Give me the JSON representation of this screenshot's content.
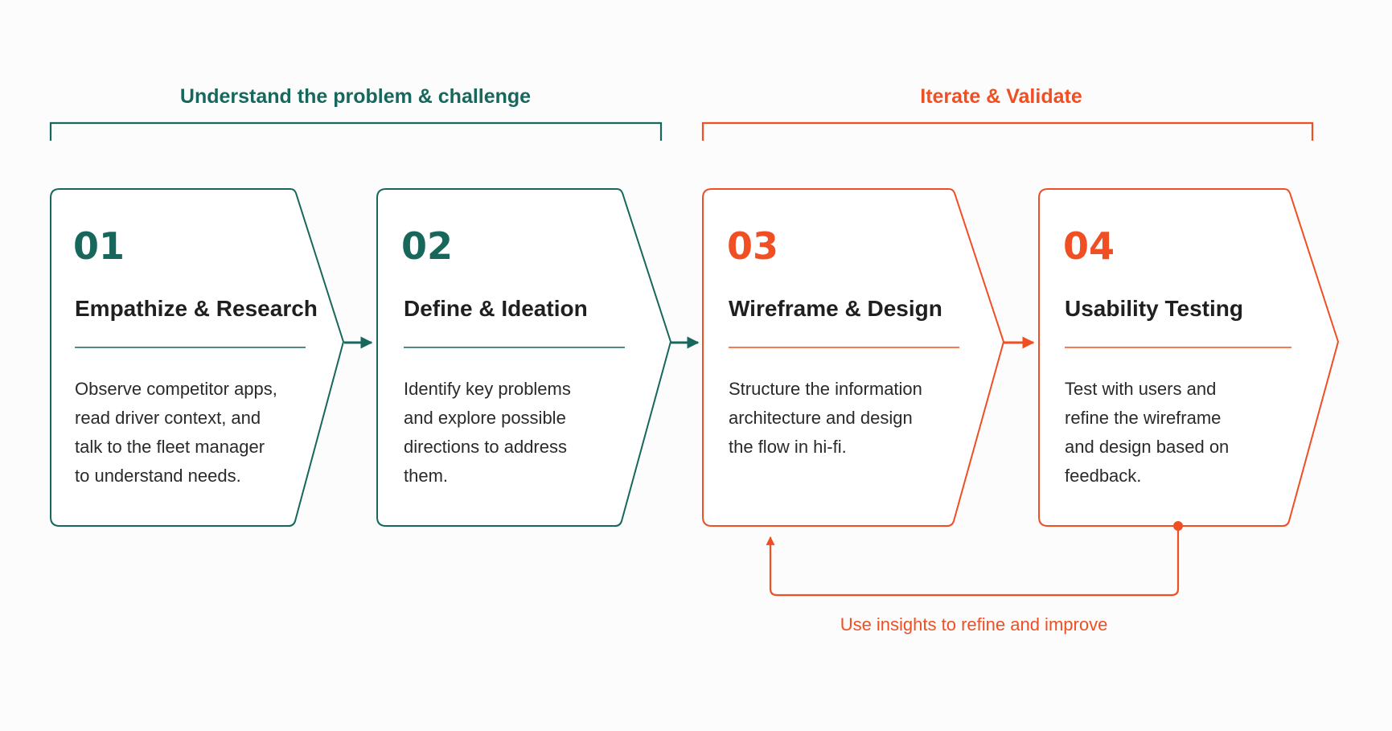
{
  "colors": {
    "teal": "#17675c",
    "orange": "#f04e23",
    "text": "#1f1f1f",
    "background": "#fcfcfc"
  },
  "phases": [
    {
      "title": "Understand the problem & challenge",
      "color": "teal"
    },
    {
      "title": "Iterate & Validate",
      "color": "orange"
    }
  ],
  "steps": [
    {
      "number": "01",
      "title": "Empathize & Research",
      "color": "teal",
      "description": [
        "Observe competitor apps,",
        "read driver context, and",
        "talk to the fleet manager",
        "to understand needs."
      ]
    },
    {
      "number": "02",
      "title": "Define & Ideation",
      "color": "teal",
      "description": [
        "Identify key problems",
        "and explore possible",
        "directions to address",
        "them."
      ]
    },
    {
      "number": "03",
      "title": "Wireframe & Design",
      "color": "orange",
      "description": [
        "Structure the information",
        "architecture and design",
        "the flow in hi-fi."
      ]
    },
    {
      "number": "04",
      "title": "Usability Testing",
      "color": "orange",
      "description": [
        "Test with users and",
        "refine the wireframe",
        "and design based on",
        "feedback."
      ]
    }
  ],
  "feedback_loop": {
    "label": "Use insights to refine and improve",
    "from_step": "04",
    "to_step": "03",
    "color": "orange"
  }
}
